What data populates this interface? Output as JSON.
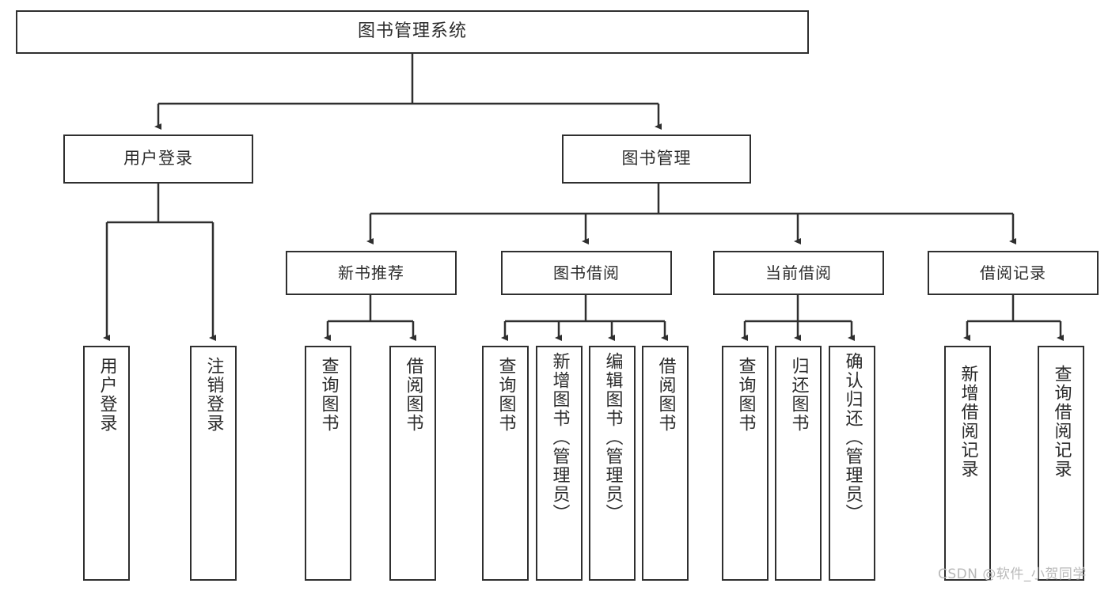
{
  "diagram": {
    "type": "tree-hierarchy-flowchart",
    "title": "图书管理系统",
    "root": {
      "id": "root",
      "label": "图书管理系统"
    },
    "level1": [
      {
        "id": "user-login",
        "label": "用户登录"
      },
      {
        "id": "book-manage",
        "label": "图书管理"
      }
    ],
    "level2": [
      {
        "id": "new-book-recommend",
        "label": "新书推荐",
        "parent": "book-manage"
      },
      {
        "id": "book-borrow",
        "label": "图书借阅",
        "parent": "book-manage"
      },
      {
        "id": "current-borrow",
        "label": "当前借阅",
        "parent": "book-manage"
      },
      {
        "id": "borrow-record",
        "label": "借阅记录",
        "parent": "book-manage"
      }
    ],
    "leaves": [
      {
        "id": "leaf-user-login",
        "label": "用户登录",
        "parent": "user-login"
      },
      {
        "id": "leaf-logout",
        "label": "注销登录",
        "parent": "user-login"
      },
      {
        "id": "leaf-query-book-1",
        "label": "查询图书",
        "parent": "new-book-recommend"
      },
      {
        "id": "leaf-borrow-book-1",
        "label": "借阅图书",
        "parent": "new-book-recommend"
      },
      {
        "id": "leaf-query-book-2",
        "label": "查询图书",
        "parent": "book-borrow"
      },
      {
        "id": "leaf-add-book",
        "label": "新增图书（管理员）",
        "parent": "book-borrow"
      },
      {
        "id": "leaf-edit-book",
        "label": "编辑图书（管理员）",
        "parent": "book-borrow"
      },
      {
        "id": "leaf-borrow-book-2",
        "label": "借阅图书",
        "parent": "book-borrow"
      },
      {
        "id": "leaf-query-book-3",
        "label": "查询图书",
        "parent": "current-borrow"
      },
      {
        "id": "leaf-return-book",
        "label": "归还图书",
        "parent": "current-borrow"
      },
      {
        "id": "leaf-confirm-return",
        "label": "确认归还（管理员）",
        "parent": "current-borrow"
      },
      {
        "id": "leaf-add-record",
        "label": "新增借阅记录",
        "parent": "borrow-record"
      },
      {
        "id": "leaf-query-record",
        "label": "查询借阅记录",
        "parent": "borrow-record"
      }
    ],
    "watermark": "CSDN @软件_小贺同学",
    "colors": {
      "stroke": "#2f2f2f",
      "text": "#2b2b2b",
      "background": "#ffffff",
      "watermark": "#b9b9b9"
    }
  }
}
